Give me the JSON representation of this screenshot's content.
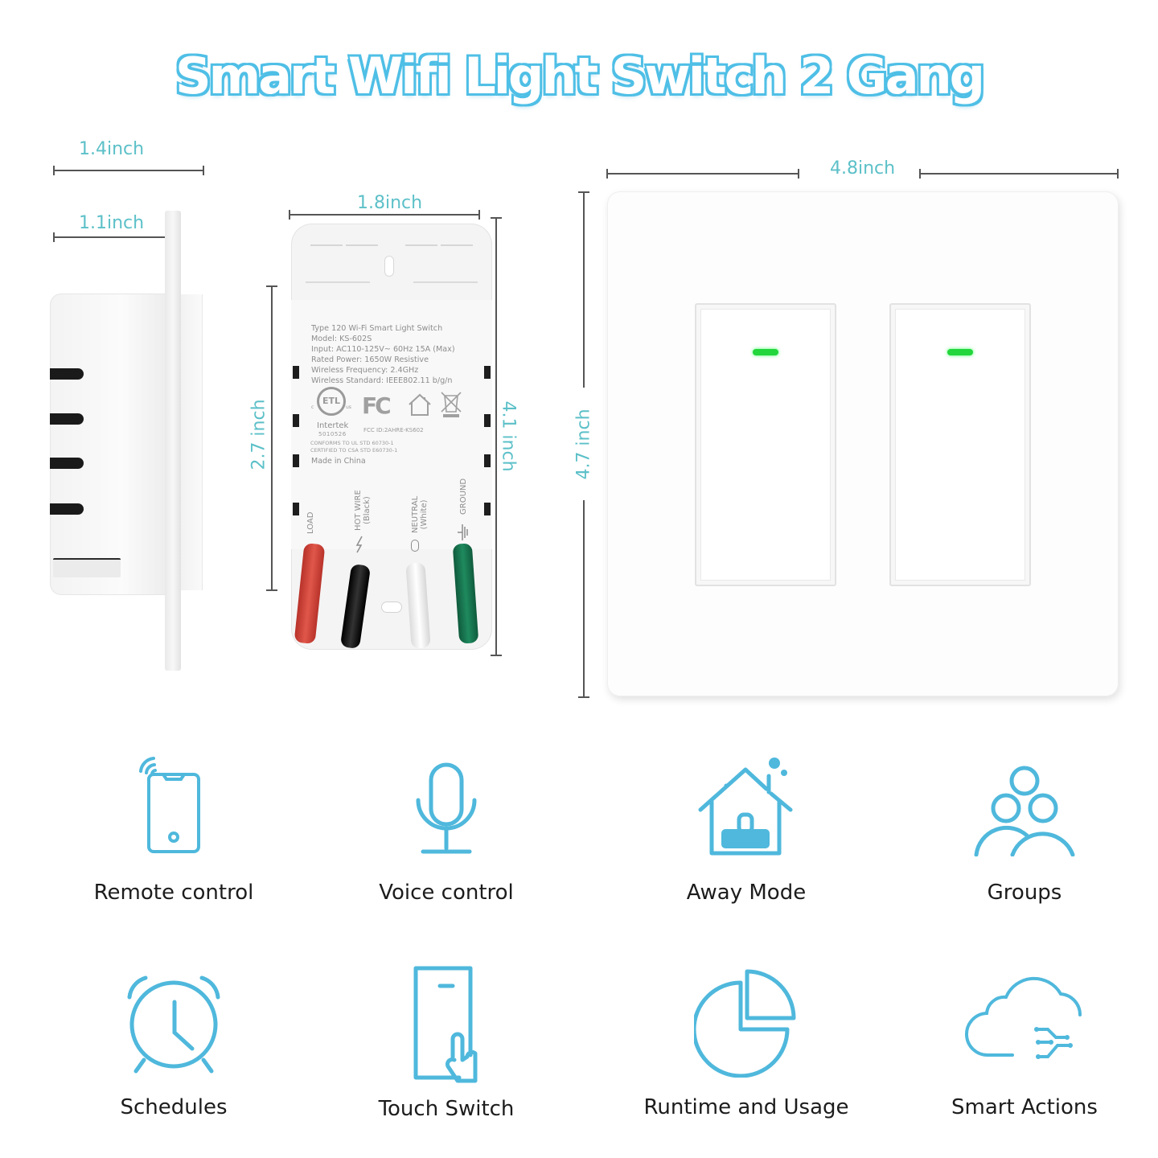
{
  "title": "Smart Wifi Light Switch 2 Gang",
  "colors": {
    "accent": "#4fbfe6",
    "icon": "#4fb8dc",
    "dimension_text": "#5cc0c8",
    "led": "#22d63c",
    "wire_load": "#d9473a",
    "wire_hot": "#1c1c1c",
    "wire_neutral": "#f2f2f2",
    "wire_ground": "#17704c"
  },
  "dimensions": {
    "side_total_depth": "1.4inch",
    "side_body_depth": "1.1inch",
    "module_width": "1.8inch",
    "module_label_height": "2.7 inch",
    "module_height": "4.1 inch",
    "plate_width": "4.8inch",
    "plate_height": "4.7 inch"
  },
  "module_label": {
    "lines": [
      "Type 120 Wi-Fi Smart Light Switch",
      "Model: KS-602S",
      "Input: AC110-125V~ 60Hz 15A (Max)",
      "Rated Power: 1650W   Resistive",
      "Wireless Frequency: 2.4GHz",
      "Wireless Standard: IEEE802.11 b/g/n"
    ],
    "cert_mark": "ETL",
    "cert_c": "c",
    "cert_us": "us",
    "fcc_mark": "FC",
    "intertek": "Intertek",
    "intertek_no": "5010526",
    "fcc_id": "FCC ID:2AHRE-KS602",
    "conformity": [
      "CONFORMS TO UL STD 60730-1",
      "CERTIFIED TO CSA STD E60730-1"
    ],
    "origin": "Made in China",
    "terminals": [
      {
        "label": "LOAD",
        "sub": ""
      },
      {
        "label": "HOT WIRE",
        "sub": "(Black)"
      },
      {
        "label": "NEUTRAL",
        "sub": "(White)"
      },
      {
        "label": "GROUND",
        "sub": ""
      }
    ]
  },
  "features": [
    {
      "label": "Remote control",
      "icon": "smartphone-wifi-icon"
    },
    {
      "label": "Voice control",
      "icon": "microphone-icon"
    },
    {
      "label": "Away Mode",
      "icon": "house-suitcase-icon"
    },
    {
      "label": "Groups",
      "icon": "group-people-icon"
    },
    {
      "label": "Schedules",
      "icon": "alarm-clock-icon"
    },
    {
      "label": "Touch Switch",
      "icon": "touch-switch-icon"
    },
    {
      "label": "Runtime and Usage",
      "icon": "pie-chart-icon"
    },
    {
      "label": "Smart Actions",
      "icon": "cloud-circuit-icon"
    }
  ]
}
